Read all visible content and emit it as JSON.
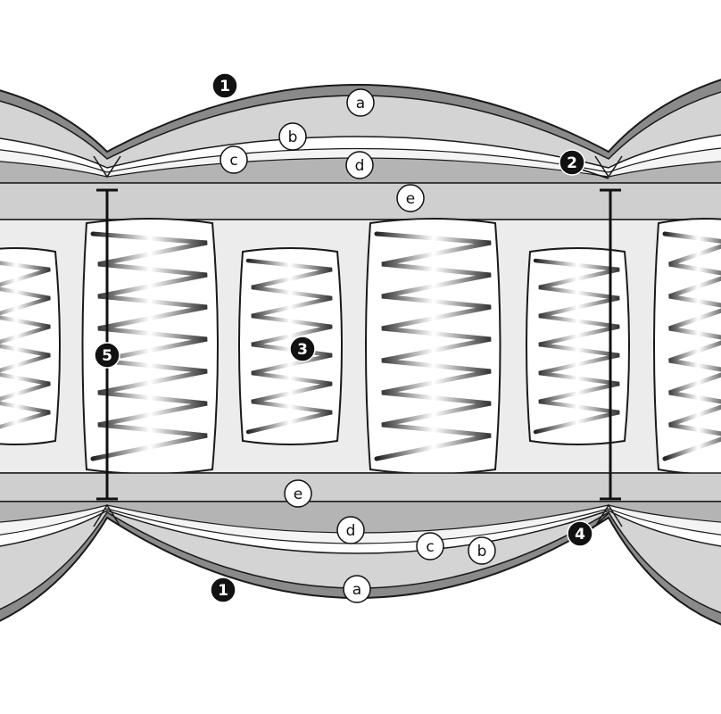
{
  "labels": {
    "n1": "1",
    "n2": "2",
    "n3": "3",
    "n4": "4",
    "n5": "5",
    "a": "a",
    "b": "b",
    "c": "c",
    "d": "d",
    "e": "e"
  },
  "colors": {
    "outline": "#1a1a1a",
    "layer_a": "#d4d4d4",
    "layer_b": "#ffffff",
    "layer_c": "#ffffff",
    "layer_d": "#b4b4b4",
    "layer_e": "#cfcfcf",
    "core": "#ececec",
    "pocket": "#ffffff",
    "callout_dark": "#111111",
    "callout_light": "#ffffff"
  }
}
